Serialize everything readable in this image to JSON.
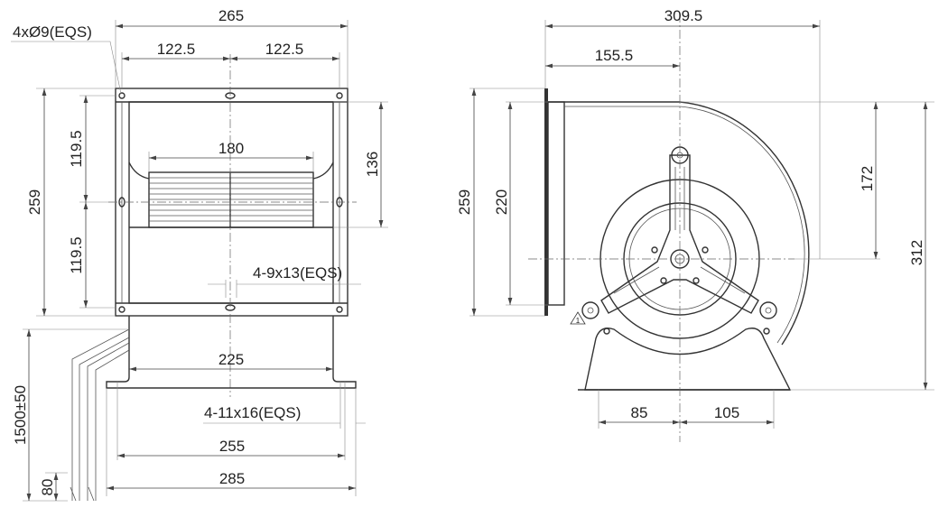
{
  "front_view": {
    "width_overall": "265",
    "hole_spacing_left": "122.5",
    "hole_spacing_right": "122.5",
    "mount_holes": "4xØ9(EQS)",
    "height_overall": "259",
    "half_height_top": "119.5",
    "half_height_bottom": "119.5",
    "outlet_width": "180",
    "outlet_height": "136",
    "slot_holes": "4-9x13(EQS)",
    "base_inner_width": "225",
    "base_slots": "4-11x16(EQS)",
    "base_hole_spacing": "255",
    "base_width": "285",
    "cable_length": "1500±50",
    "cable_strip_length": "80"
  },
  "side_view": {
    "depth_overall": "309.5",
    "axis_offset": "155.5",
    "flange_height": "259",
    "inlet_height": "220",
    "axis_height": "172",
    "height_overall": "312",
    "base_left": "85",
    "base_right": "105",
    "warning_marker": "1"
  }
}
